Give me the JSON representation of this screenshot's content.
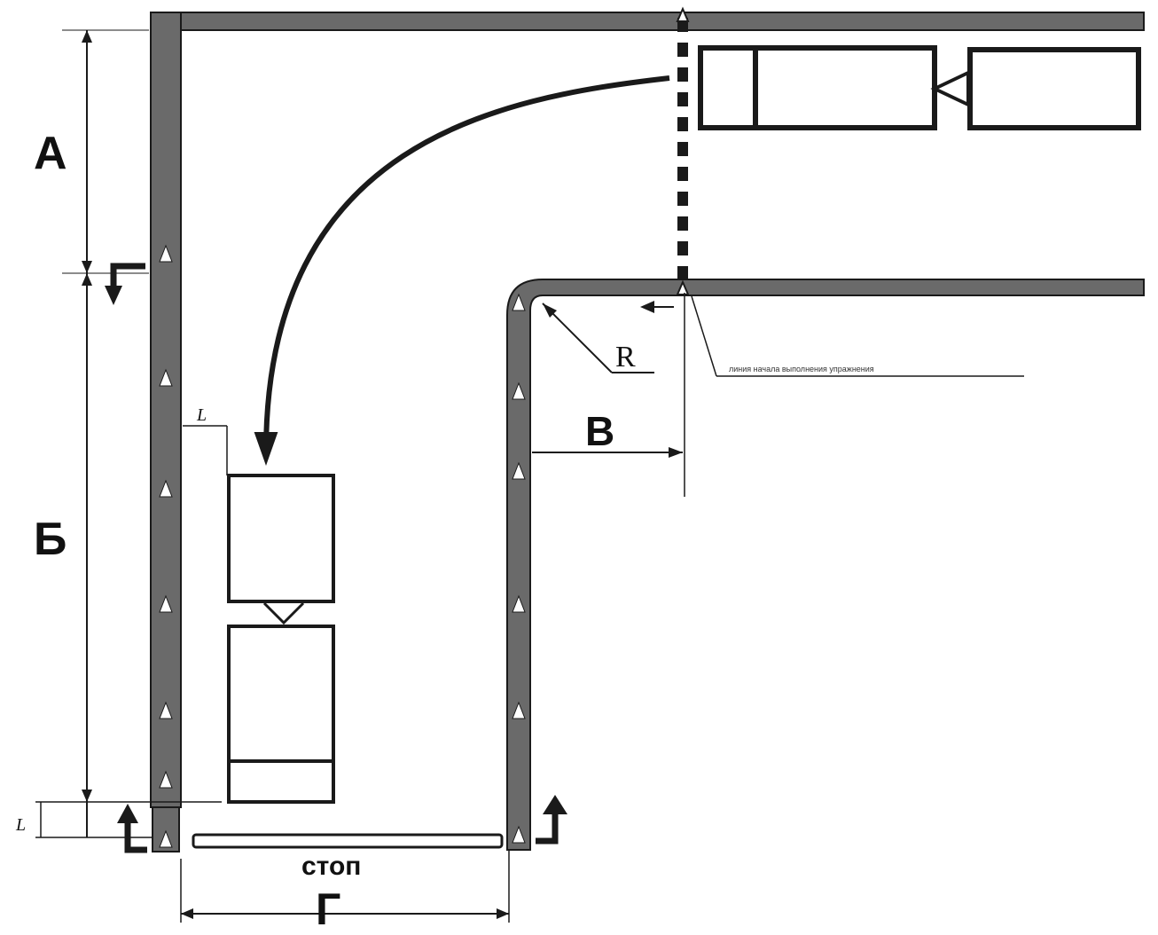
{
  "labels": {
    "a": "А",
    "b": "Б",
    "v": "В",
    "g": "Г",
    "l_top": "L",
    "l_bottom": "L",
    "r": "R",
    "stop": "стоп",
    "start_line_note": "линия начала выполнения упражнения"
  },
  "colors": {
    "line": "#1a1a1a",
    "border_fill": "#6a6a6a",
    "background": "#ffffff"
  },
  "icons": {
    "direction_arrows": "arrow-up-icon",
    "turn_arrows": "turn-arrow-icon",
    "movement_path": "curved-arrow-icon",
    "vehicle": "truck-trailer-icon"
  }
}
